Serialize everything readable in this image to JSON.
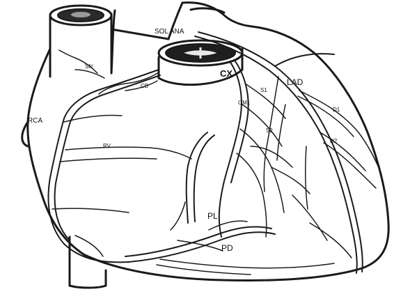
{
  "labels": {
    "sol_ana": "SOL ANA",
    "sn": "SN",
    "cb": "CB",
    "cx": "CX",
    "lad": "LAD",
    "s1": "S1",
    "om1": "OM1",
    "d1": "D1",
    "s2": "S2",
    "d2": "D2",
    "rca": "RCA",
    "rv": "RV",
    "pl": "PL",
    "pd": "PD"
  }
}
